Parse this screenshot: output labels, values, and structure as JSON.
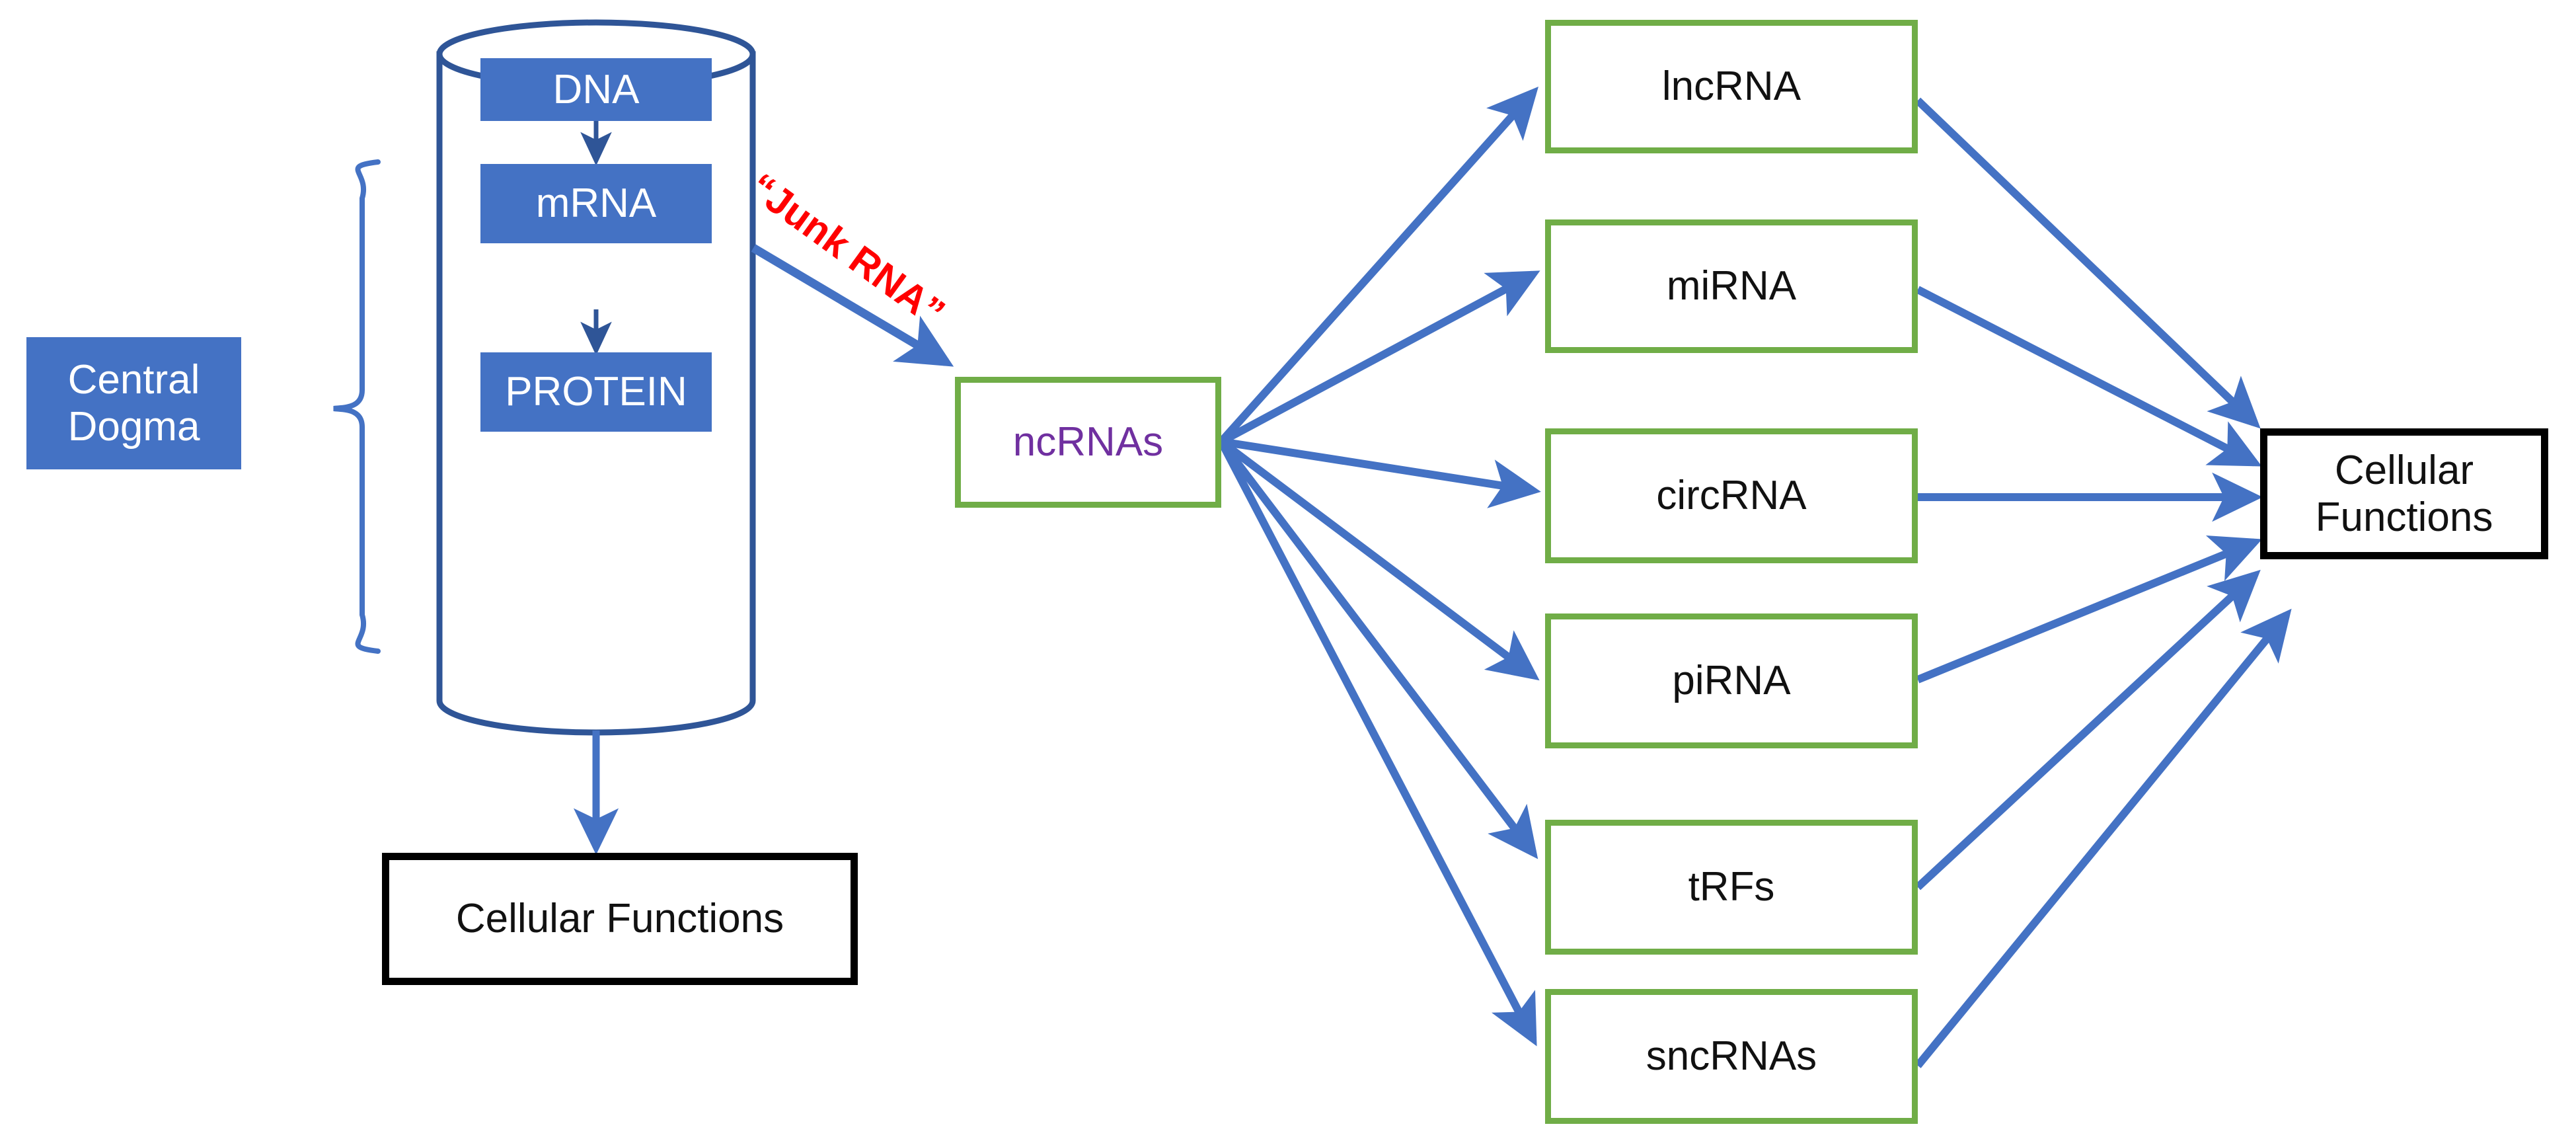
{
  "diagram": {
    "title_present": false,
    "colors": {
      "accent_blue": "#4472C4",
      "arrow_blue": "#4472C4",
      "box_green": "#70AD47",
      "ncrna_purple": "#7030A0",
      "junk_red": "#FF0000",
      "black": "#000000",
      "white": "#FFFFFF"
    },
    "central_dogma": {
      "label": "Central Dogma",
      "line1": "Central",
      "line2": "Dogma"
    },
    "cylinder": {
      "name": "cell-cylinder",
      "steps": [
        {
          "label": "DNA"
        },
        {
          "label": "mRNA"
        },
        {
          "label": "PROTEIN"
        }
      ]
    },
    "junk_rna_label": "“Junk RNA”",
    "ncrnas": {
      "label": "ncRNAs"
    },
    "rna_types": [
      {
        "label": "lncRNA"
      },
      {
        "label": "miRNA"
      },
      {
        "label": "circRNA"
      },
      {
        "label": "piRNA"
      },
      {
        "label": "tRFs"
      },
      {
        "label": "sncRNAs"
      }
    ],
    "outputs": {
      "left": {
        "label": "Cellular Functions"
      },
      "right": {
        "line1": "Cellular",
        "line2": "Functions"
      }
    }
  }
}
